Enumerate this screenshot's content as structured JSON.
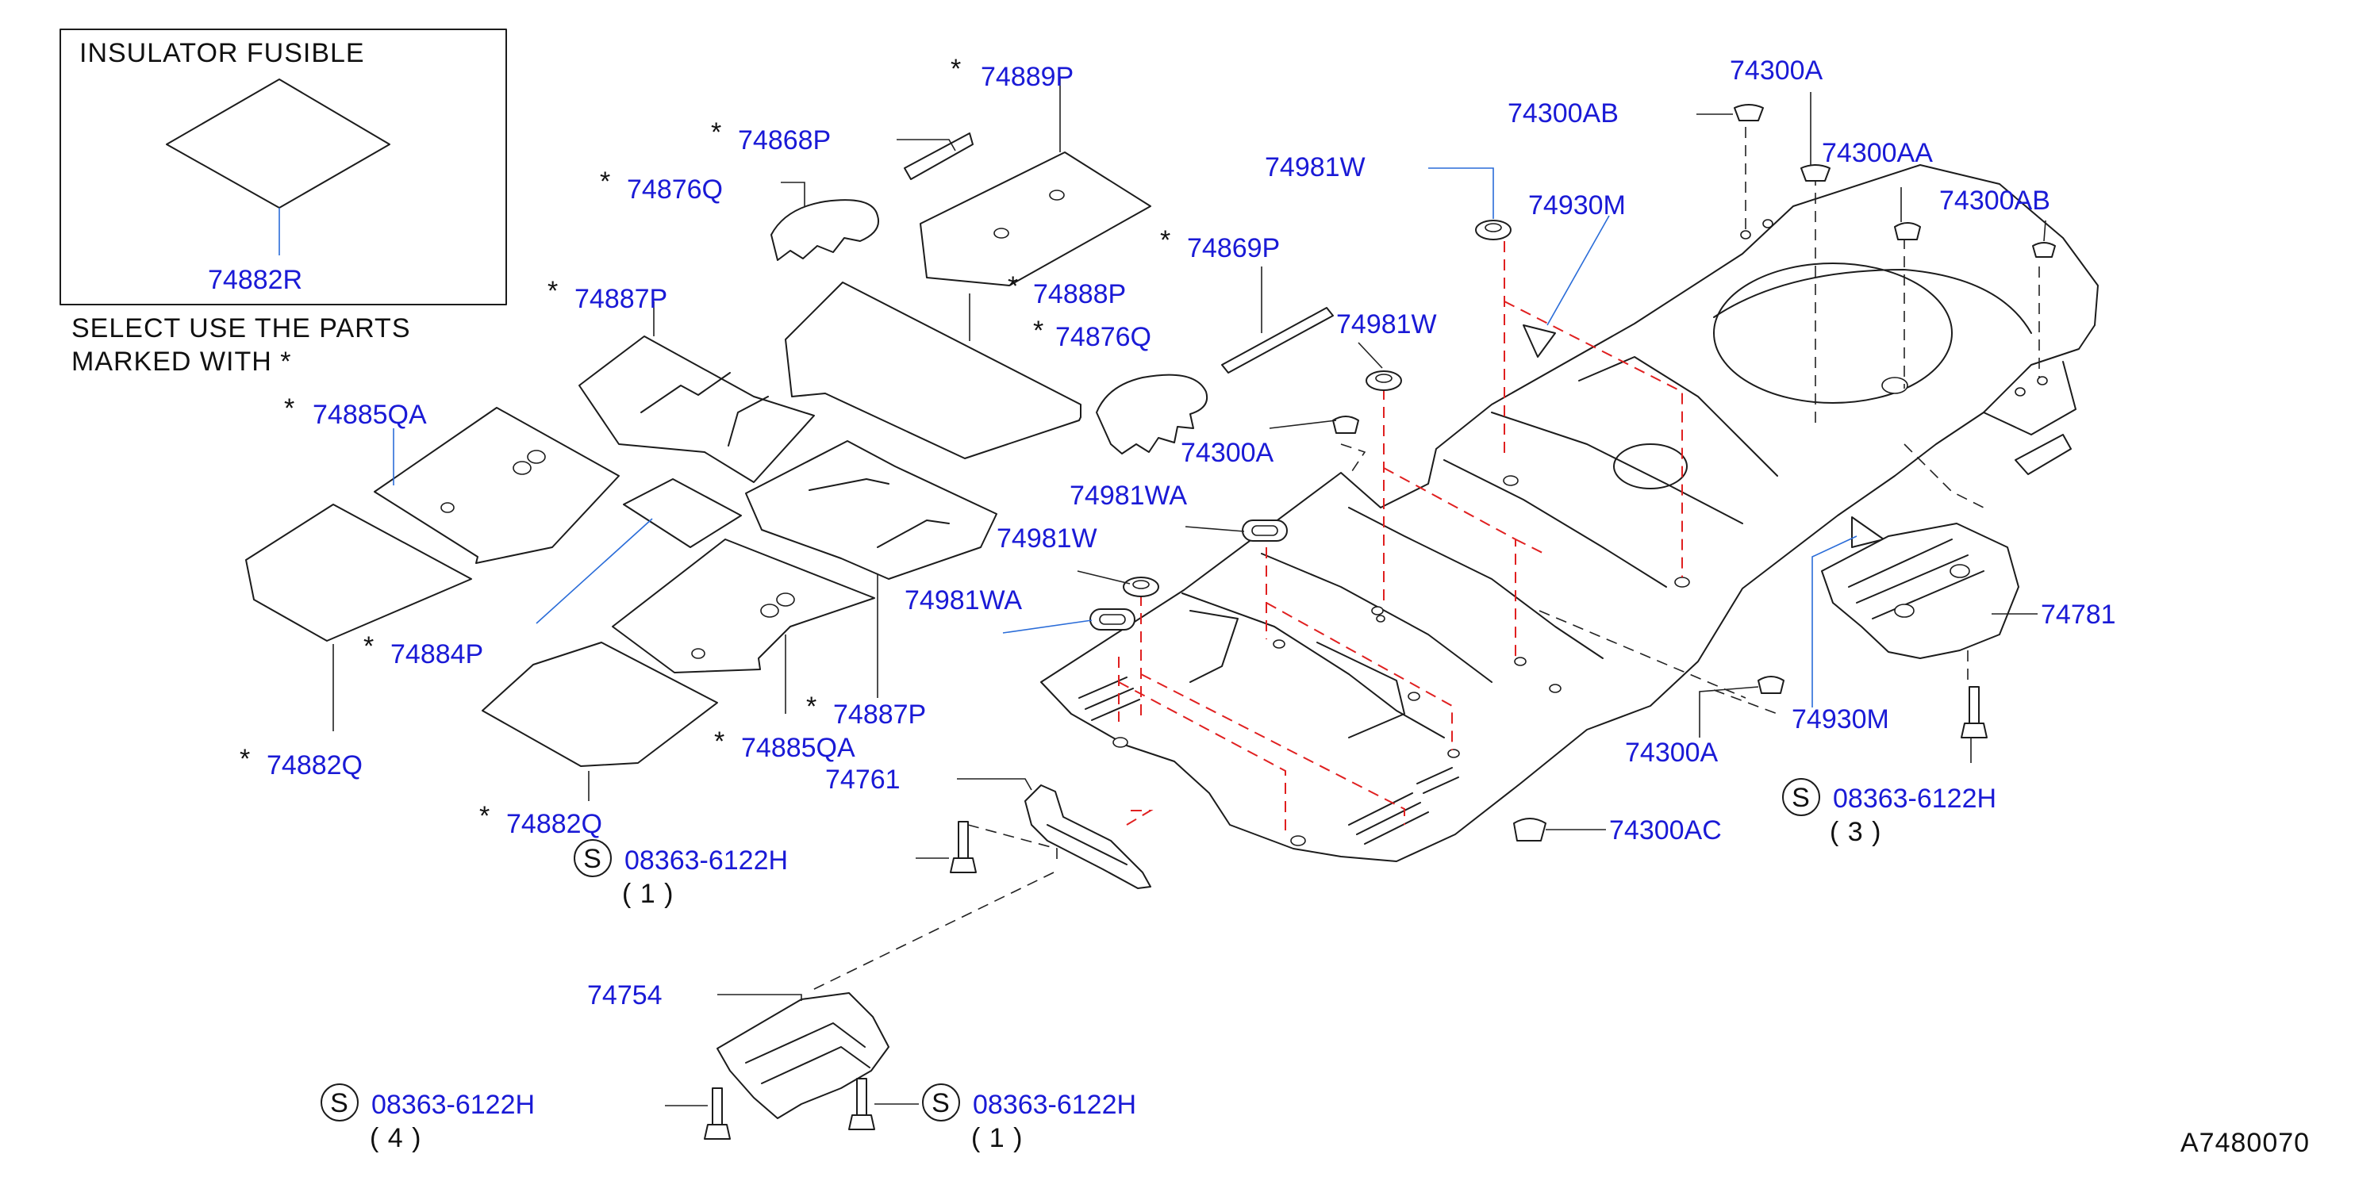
{
  "diagram_id": "A7480070",
  "legend": {
    "title": "INSULATOR FUSIBLE",
    "part": "74882R",
    "note_line1": "SELECT USE THE PARTS",
    "note_line2": "MARKED WITH *"
  },
  "star": "*",
  "bolt_symbol": "S",
  "labels": {
    "p74889P": "74889P",
    "p74868P": "74868P",
    "p74876Q_1": "74876Q",
    "p74887P_1": "74887P",
    "p74888P": "74888P",
    "p74876Q_2": "74876Q",
    "p74869P": "74869P",
    "p74885QA_1": "74885QA",
    "p74884P": "74884P",
    "p74882Q_1": "74882Q",
    "p74887P_2": "74887P",
    "p74885QA_2": "74885QA",
    "p74882Q_2": "74882Q",
    "p74300AB_1": "74300AB",
    "p74300A_1": "74300A",
    "p74300AA": "74300AA",
    "p74300AB_2": "74300AB",
    "p74981W_1": "74981W",
    "p74930M_1": "74930M",
    "p74981W_2": "74981W",
    "p74300A_2": "74300A",
    "p74981WA_1": "74981WA",
    "p74981W_3": "74981W",
    "p74981WA_2": "74981WA",
    "p74781": "74781",
    "p74930M_2": "74930M",
    "p74300A_3": "74300A",
    "p74300AC": "74300AC",
    "p74761": "74761",
    "p74754": "74754"
  },
  "bolts": [
    {
      "part": "08363-6122H",
      "qty": "( 3 )"
    },
    {
      "part": "08363-6122H",
      "qty": "( 1 )"
    },
    {
      "part": "08363-6122H",
      "qty": "( 4 )"
    },
    {
      "part": "08363-6122H",
      "qty": "( 1 )"
    }
  ],
  "colors": {
    "part_label": "#1a1ad6",
    "leader_blue": "#2a6cd8",
    "dashed_red": "#e02020",
    "ink": "#1c1c1c"
  }
}
